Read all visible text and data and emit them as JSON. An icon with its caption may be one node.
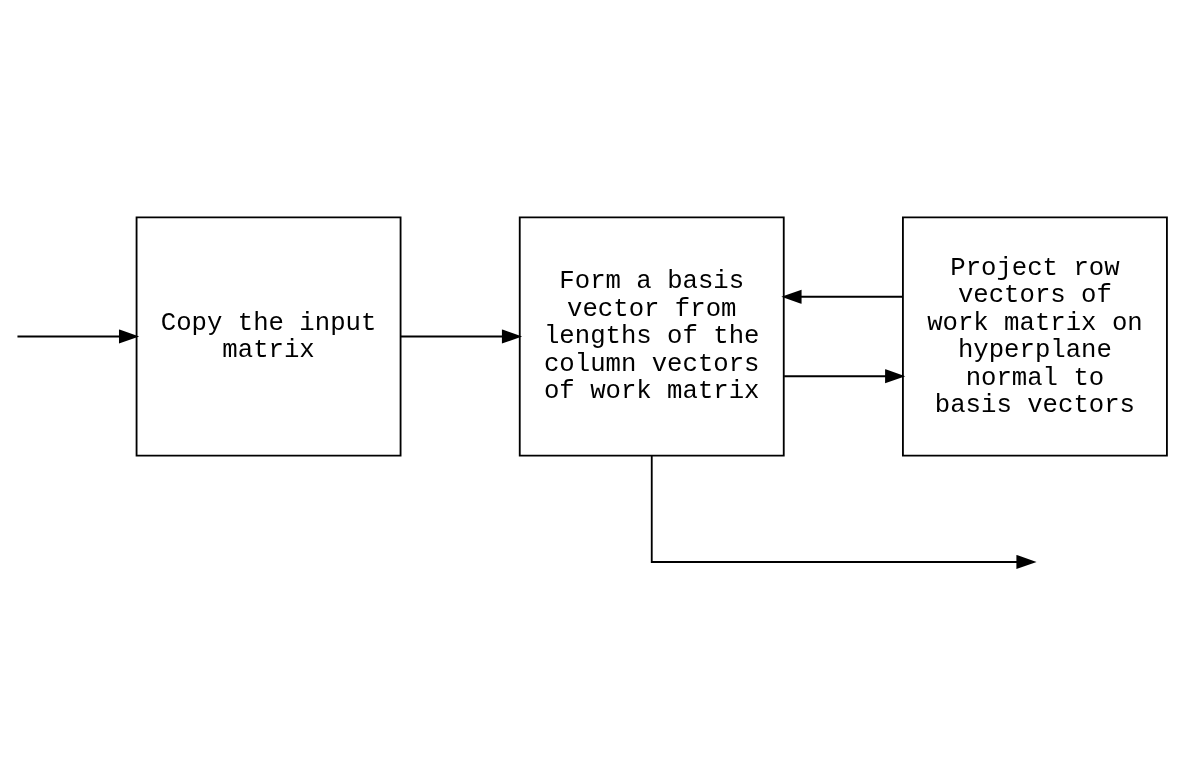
{
  "diagram": {
    "nodes": [
      {
        "text": [
          "Copy the input matrix"
        ]
      },
      {
        "text": [
          "Form a basis vector from lengths of the column vectors of work matrix"
        ]
      },
      {
        "text": [
          "Project row vectors of work matrix on hyperplane normal to basis vectors"
        ]
      }
    ],
    "edges": [
      {
        "from": null,
        "to": 0,
        "arrow": "to"
      },
      {
        "from": 0,
        "to": 1,
        "arrow": "to"
      },
      {
        "from": 1,
        "to": 2,
        "arrow": "to"
      },
      {
        "from": 1,
        "to": null,
        "arrow": "to"
      },
      {
        "from": 2,
        "to": 1,
        "arrow": "to"
      }
    ]
  }
}
